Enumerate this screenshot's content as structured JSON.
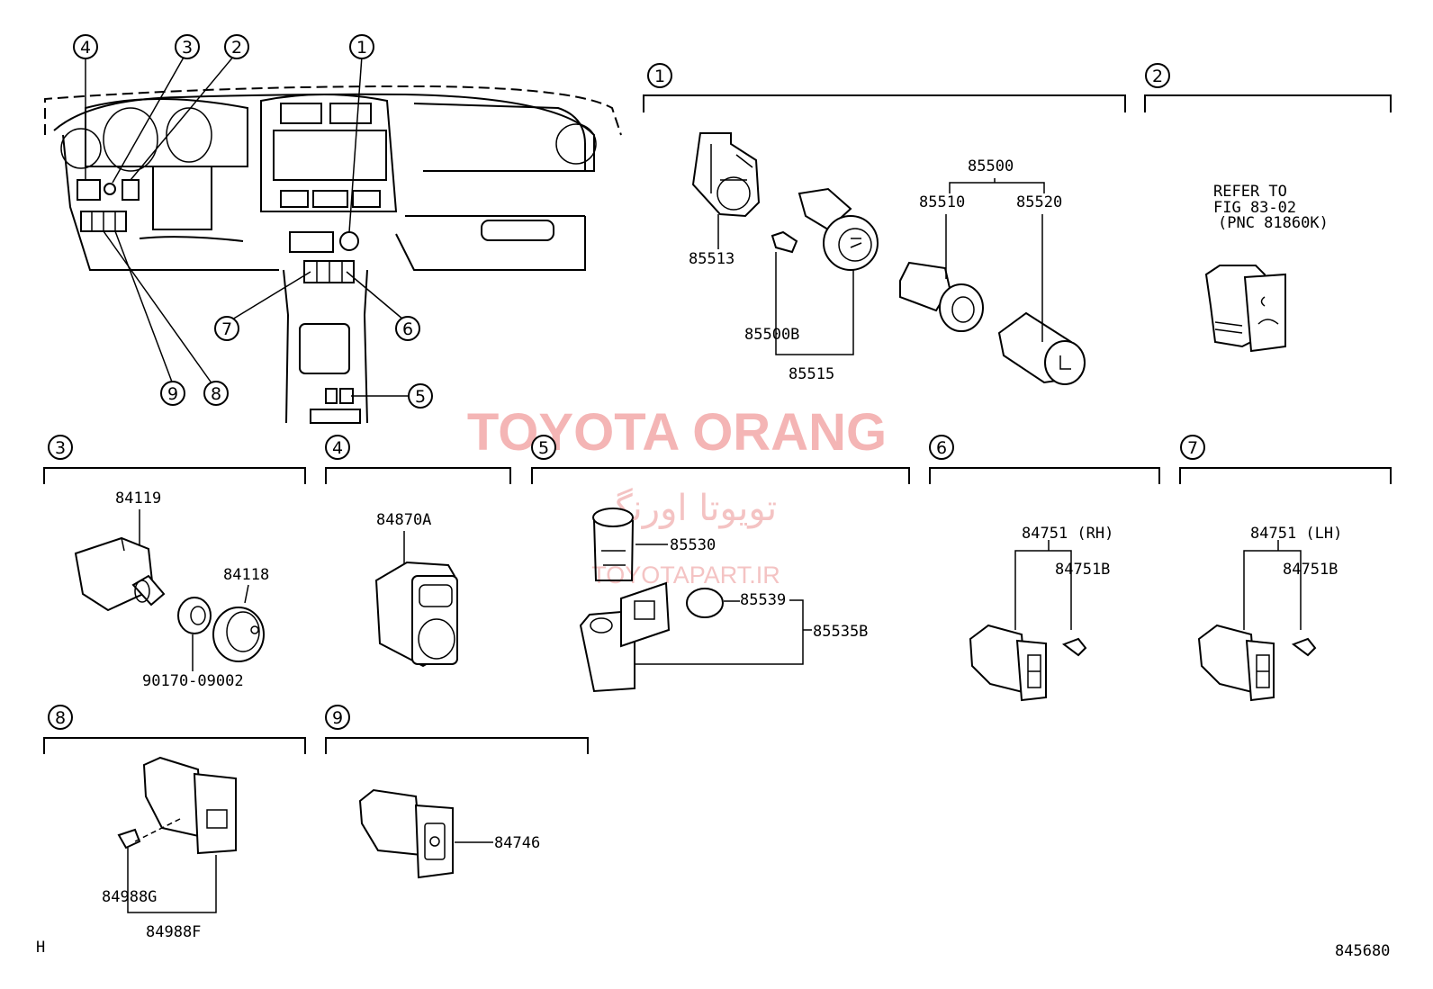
{
  "callouts": {
    "c1": "1",
    "c2": "2",
    "c3": "3",
    "c4": "4",
    "c5": "5",
    "c6": "6",
    "c7": "7",
    "c8": "8",
    "c9": "9"
  },
  "sections": {
    "s1": "1",
    "s2": "2",
    "s3": "3",
    "s4": "4",
    "s5": "5",
    "s6": "6",
    "s7": "7",
    "s8": "8",
    "s9": "9"
  },
  "parts": {
    "p85513": "85513",
    "p85500": "85500",
    "p85510": "85510",
    "p85520": "85520",
    "p85500B": "85500B",
    "p85515": "85515",
    "p84119": "84119",
    "p84118": "84118",
    "p90170": "90170-09002",
    "p84870A": "84870A",
    "p85530": "85530",
    "p85539": "85539",
    "p85535B": "85535B",
    "p84751RH": "84751 (RH)",
    "p84751B_6": "84751B",
    "p84751LH": "84751 (LH)",
    "p84751B_7": "84751B",
    "p84988G": "84988G",
    "p84988F": "84988F",
    "p84746": "84746"
  },
  "refer_note": {
    "line1": "REFER TO",
    "line2": "FIG 83-02",
    "line3": "(PNC 81860K)"
  },
  "watermark": {
    "title": "TOYOTA ORANG",
    "persian": "تویوتا اورنگ",
    "site": "TOYOTAPART.IR"
  },
  "footer": {
    "left": "H",
    "right": "845680"
  },
  "icons": [
    "dashboard-illustration",
    "cigarette-lighter",
    "power-outlet",
    "dimmer-switch",
    "mirror-switch",
    "heated-seat-switch",
    "fog-lamp-switch"
  ]
}
